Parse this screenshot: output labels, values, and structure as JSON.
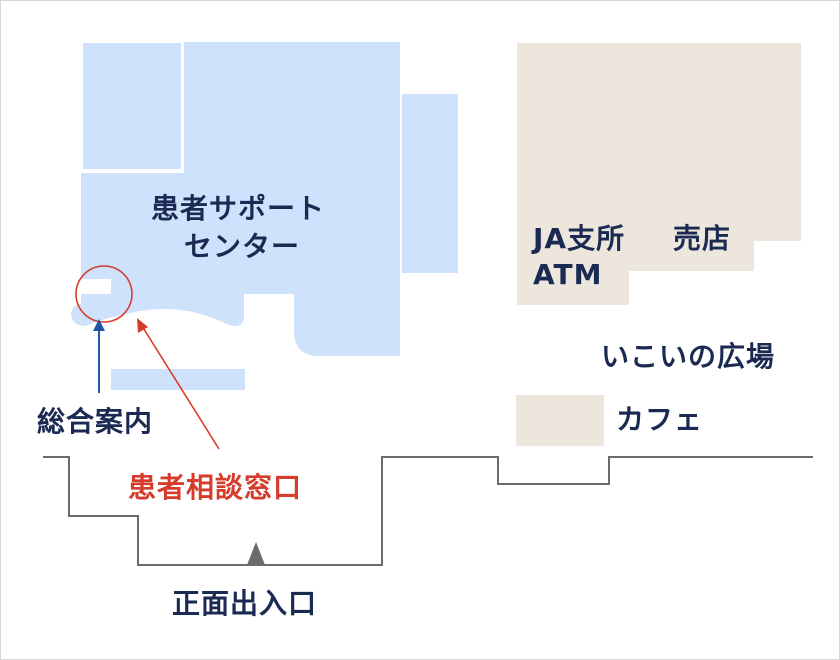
{
  "colors": {
    "facility": "#cfe2fb",
    "shop": "#ece6dc",
    "text": "#1b2a52",
    "highlight": "#d63c2c",
    "pointer": "#1f56a6",
    "wall": "#6b6b6b"
  },
  "labels": {
    "support_center_line1": "患者サポート",
    "support_center_line2": "センター",
    "ja_branch": "JA支所",
    "shop": "売店",
    "atm": "ATM",
    "plaza": "いこいの広場",
    "cafe": "カフェ",
    "information": "総合案内",
    "consultation": "患者相談窓口",
    "main_entrance": "正面出入口"
  }
}
